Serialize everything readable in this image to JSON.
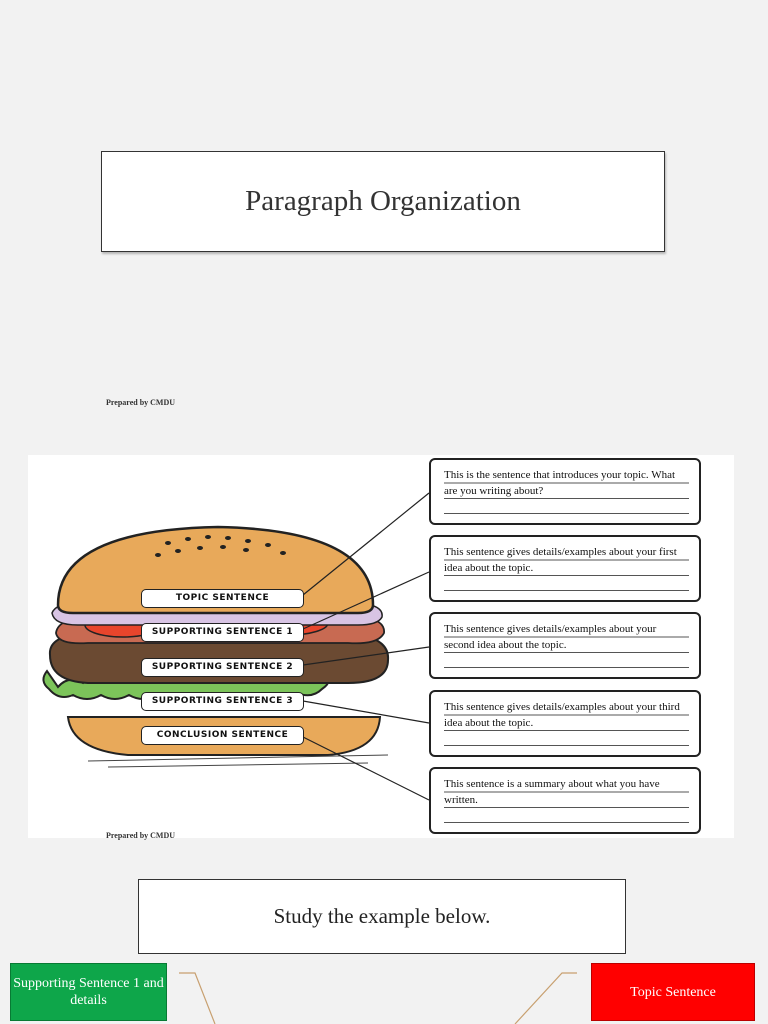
{
  "slide1": {
    "title": "Paragraph Organization",
    "credit": "Prepared by CMDU"
  },
  "slide2": {
    "credit": "Prepared by CMDU",
    "layers": [
      "TOPIC SENTENCE",
      "SUPPORTING SENTENCE 1",
      "SUPPORTING SENTENCE 2",
      "SUPPORTING SENTENCE 3",
      "CONCLUSION SENTENCE"
    ],
    "callouts": [
      "This is the sentence that introduces your topic. What are you writing about?",
      "This sentence gives details/examples about your first idea about the topic.",
      "This sentence gives details/examples about your second idea about the topic.",
      "This sentence gives details/examples about your third idea about the topic.",
      "This sentence is a summary about what you have written."
    ],
    "colors": {
      "bun": "#e8a95a",
      "tomato": "#e8452c",
      "patty": "#6b4a32",
      "lettuce": "#7cc45a",
      "cheese": "#f4d23a"
    }
  },
  "slide3": {
    "heading": "Study the example below.",
    "left_tag": "Supporting Sentence 1 and details",
    "right_tag": "Topic Sentence",
    "colors": {
      "green": "#0ea64a",
      "red": "#ff0000"
    }
  }
}
